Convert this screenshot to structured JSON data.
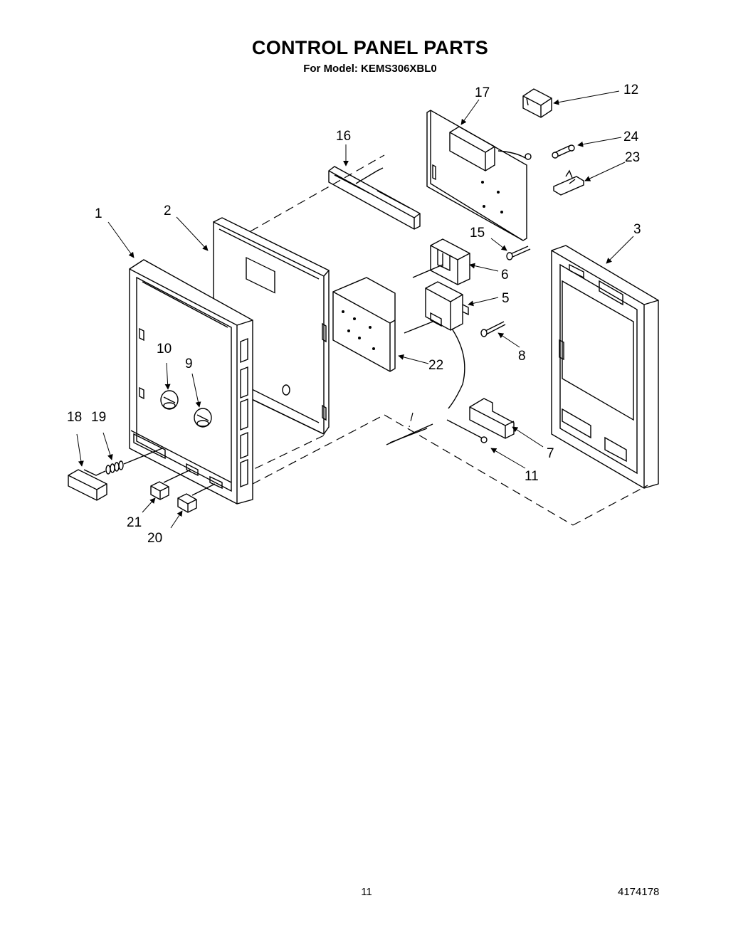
{
  "header": {
    "title": "CONTROL PANEL PARTS",
    "subtitle": "For Model: KEMS306XBL0"
  },
  "callouts": [
    "1",
    "2",
    "3",
    "5",
    "6",
    "7",
    "8",
    "9",
    "10",
    "11",
    "12",
    "15",
    "16",
    "17",
    "18",
    "19",
    "20",
    "21",
    "22",
    "23",
    "24"
  ],
  "footer": {
    "page_number": "11",
    "doc_number": "4174178"
  }
}
